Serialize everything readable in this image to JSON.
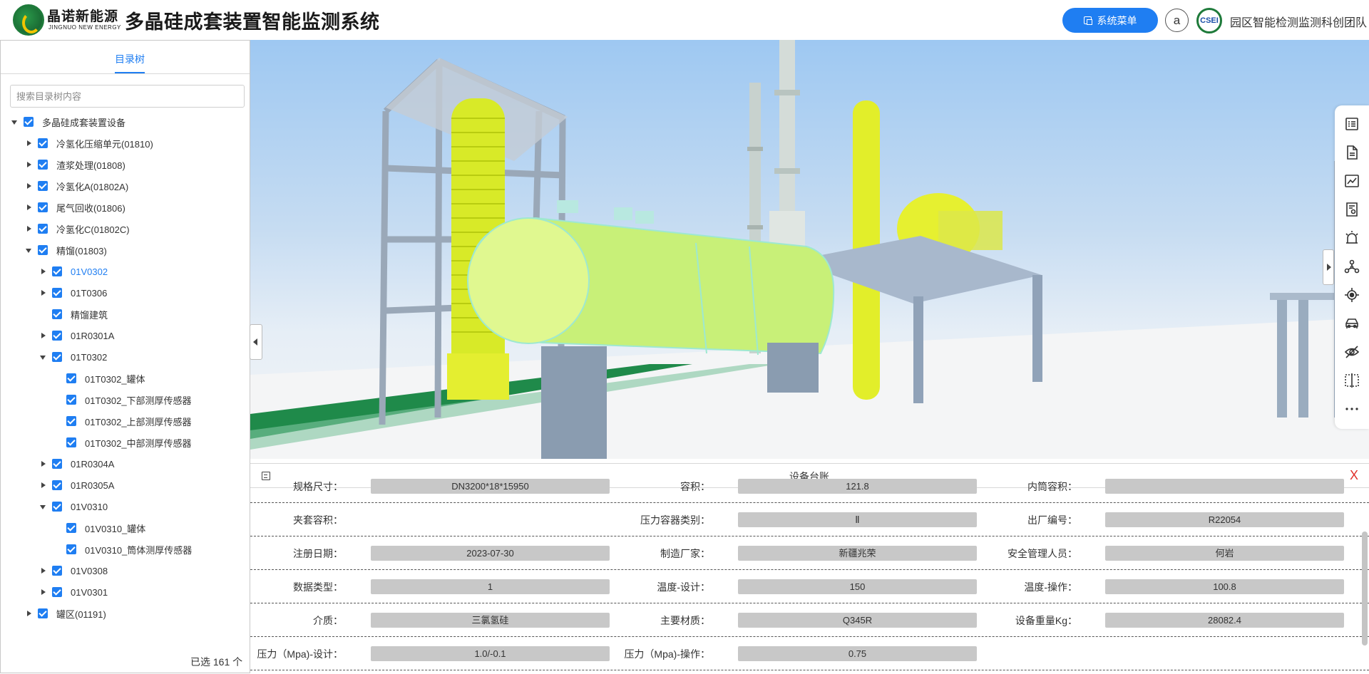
{
  "header": {
    "brand_cn": "晶诺新能源",
    "brand_en": "JINGNUO NEW ENERGY",
    "title": "多晶硅成套装置智能监测系统",
    "system_menu_label": "系统菜单",
    "avatar_letter": "a",
    "partner_logo_text": "CSEI",
    "team_name": "园区智能检测监测科创团队"
  },
  "left_panel": {
    "tab_label": "目录树",
    "search_placeholder": "搜索目录树内容",
    "selected_count": "已选 161 个",
    "tree": [
      {
        "label": "多晶硅成套装置设备",
        "depth": 0,
        "caret": "expanded"
      },
      {
        "label": "冷氢化压缩单元(01810)",
        "depth": 1,
        "caret": "collapsed"
      },
      {
        "label": "渣浆处理(01808)",
        "depth": 1,
        "caret": "collapsed"
      },
      {
        "label": "冷氢化A(01802A)",
        "depth": 1,
        "caret": "collapsed"
      },
      {
        "label": "尾气回收(01806)",
        "depth": 1,
        "caret": "collapsed"
      },
      {
        "label": "冷氢化C(01802C)",
        "depth": 1,
        "caret": "collapsed"
      },
      {
        "label": "精馏(01803)",
        "depth": 1,
        "caret": "expanded"
      },
      {
        "label": "01V0302",
        "depth": 2,
        "caret": "collapsed",
        "selected": true
      },
      {
        "label": "01T0306",
        "depth": 2,
        "caret": "collapsed"
      },
      {
        "label": "精馏建筑",
        "depth": 2,
        "caret": "none"
      },
      {
        "label": "01R0301A",
        "depth": 2,
        "caret": "collapsed"
      },
      {
        "label": "01T0302",
        "depth": 2,
        "caret": "expanded"
      },
      {
        "label": "01T0302_罐体",
        "depth": 3,
        "caret": "none"
      },
      {
        "label": "01T0302_下部测厚传感器",
        "depth": 3,
        "caret": "none"
      },
      {
        "label": "01T0302_上部测厚传感器",
        "depth": 3,
        "caret": "none"
      },
      {
        "label": "01T0302_中部测厚传感器",
        "depth": 3,
        "caret": "none"
      },
      {
        "label": "01R0304A",
        "depth": 2,
        "caret": "collapsed"
      },
      {
        "label": "01R0305A",
        "depth": 2,
        "caret": "collapsed"
      },
      {
        "label": "01V0310",
        "depth": 2,
        "caret": "expanded"
      },
      {
        "label": "01V0310_罐体",
        "depth": 3,
        "caret": "none"
      },
      {
        "label": "01V0310_筒体测厚传感器",
        "depth": 3,
        "caret": "none"
      },
      {
        "label": "01V0308",
        "depth": 2,
        "caret": "collapsed"
      },
      {
        "label": "01V0301",
        "depth": 2,
        "caret": "collapsed"
      },
      {
        "label": "罐区(01191)",
        "depth": 1,
        "caret": "collapsed"
      }
    ]
  },
  "toolbar": {
    "icons": [
      "list-icon",
      "document-icon",
      "line-chart-icon",
      "certificate-icon",
      "alarm-icon",
      "network-icon",
      "locate-icon",
      "vehicle-icon",
      "hide-icon",
      "split-icon",
      "more-icon"
    ]
  },
  "bottom_panel": {
    "title": "设备台账",
    "close_label": "X",
    "rows": [
      [
        {
          "label": "规格尺寸：",
          "value": "DN3200*18*15950"
        },
        {
          "label": "容积：",
          "value": "121.8"
        },
        {
          "label": "内筒容积：",
          "value": ""
        }
      ],
      [
        {
          "label": "夹套容积：",
          "value": null
        },
        {
          "label": "压力容器类别：",
          "value": "Ⅱ"
        },
        {
          "label": "出厂编号：",
          "value": "R22054"
        }
      ],
      [
        {
          "label": "注册日期：",
          "value": "2023-07-30"
        },
        {
          "label": "制造厂家：",
          "value": "新疆兆荣"
        },
        {
          "label": "安全管理人员：",
          "value": "何岩"
        }
      ],
      [
        {
          "label": "数据类型：",
          "value": "1"
        },
        {
          "label": "温度-设计：",
          "value": "150"
        },
        {
          "label": "温度-操作：",
          "value": "100.8"
        }
      ],
      [
        {
          "label": "介质：",
          "value": "三氯氢硅"
        },
        {
          "label": "主要材质：",
          "value": "Q345R"
        },
        {
          "label": "设备重量Kg：",
          "value": "28082.4"
        }
      ],
      [
        {
          "label": "压力（Mpa)-设计：",
          "value": "1.0/-0.1"
        },
        {
          "label": "压力（Mpa)-操作：",
          "value": "0.75"
        },
        {
          "label": "",
          "value": null
        }
      ]
    ]
  }
}
